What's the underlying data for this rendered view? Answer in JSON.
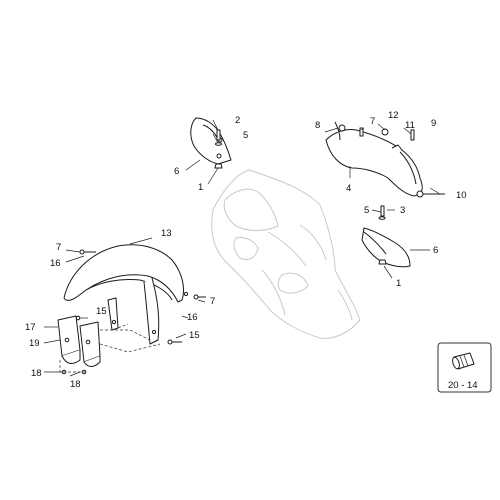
{
  "diagram": {
    "callouts": {
      "c1a": "1",
      "c2": "2",
      "c3": "3",
      "c4": "4",
      "c5a": "5",
      "c5b": "5",
      "c6a": "6",
      "c6b": "6",
      "c7a": "7",
      "c7b": "7",
      "c7c": "7",
      "c8": "8",
      "c9": "9",
      "c10": "10",
      "c11": "11",
      "c12": "12",
      "c13": "13",
      "c15a": "15",
      "c15b": "15",
      "c16a": "16",
      "c16b": "16",
      "c17": "17",
      "c18a": "18",
      "c18b": "18",
      "c19": "19",
      "c1b": "1"
    },
    "inset_label": "20 - 14"
  },
  "colors": {
    "line": "#1a1a1a",
    "ghost": "#c9c9c9",
    "background": "#ffffff"
  }
}
